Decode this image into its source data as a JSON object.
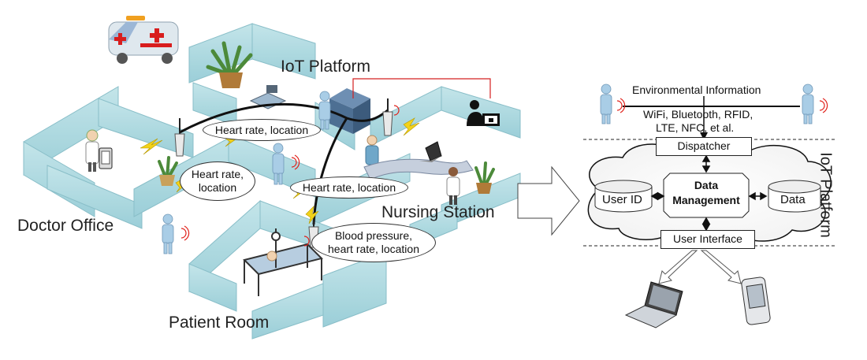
{
  "left_scene": {
    "rooms": {
      "iot_platform": "IoT Platform",
      "doctor_office": "Doctor Office",
      "nursing_station": "Nursing Station",
      "patient_room": "Patient Room"
    },
    "bubbles": {
      "b1": "Heart rate, location",
      "b2_line1": "Heart rate,",
      "b2_line2": "location",
      "b3": "Heart rate, location",
      "b4_line1": "Blood pressure,",
      "b4_line2": "heart rate, location"
    }
  },
  "right_diagram": {
    "env_info": "Environmental Information",
    "protocols_line1": "WiFi, Bluetooth, RFID,",
    "protocols_line2": "LTE, NFC, et al.",
    "dispatcher": "Dispatcher",
    "data_management_line1": "Data",
    "data_management_line2": "Management",
    "user_id": "User ID",
    "data": "Data",
    "user_interface": "User Interface",
    "side_label": "IoT Platform"
  },
  "colors": {
    "wall": "#a9d8df",
    "wall_edge": "#7fb9c4",
    "floor": "#ffffff",
    "person": "#a9cde6",
    "signal": "#e0201a",
    "lightning": "#f2d21a",
    "red_wire": "#d42020"
  }
}
